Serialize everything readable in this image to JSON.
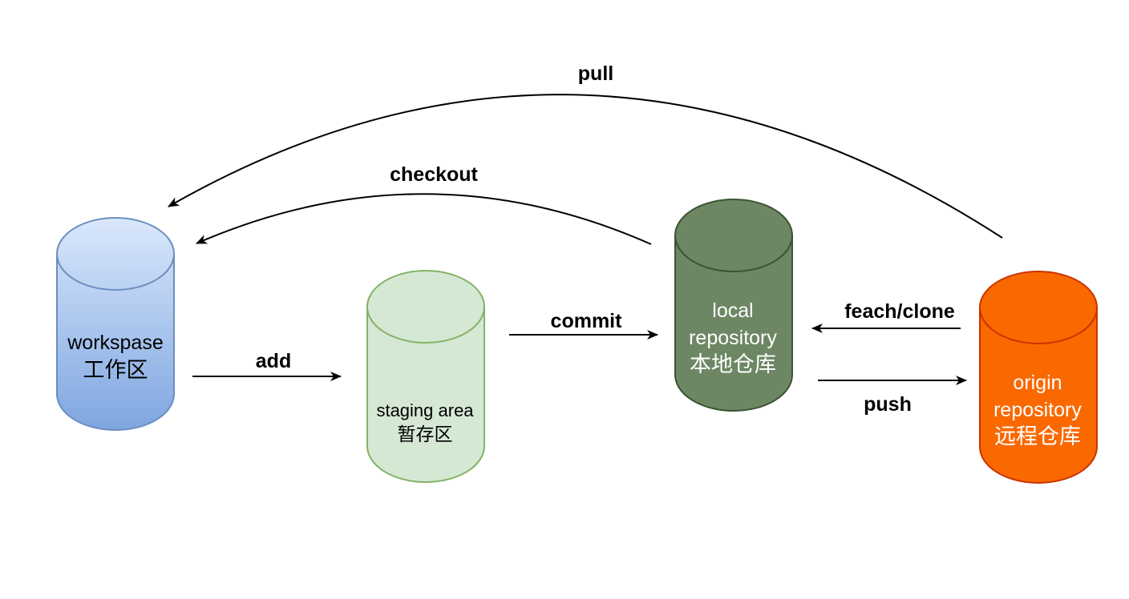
{
  "nodes": {
    "workspace": {
      "line1": "workspase",
      "line2": "工作区"
    },
    "staging": {
      "line1": "staging area",
      "line2": "暂存区"
    },
    "local": {
      "line1": "local",
      "line2": "repository",
      "line3": "本地仓库"
    },
    "origin": {
      "line1": "origin",
      "line2": "repository",
      "line3": "远程仓库"
    }
  },
  "edges": {
    "pull": "pull",
    "checkout": "checkout",
    "add": "add",
    "commit": "commit",
    "fetch_clone": "feach/clone",
    "push": "push"
  },
  "colors": {
    "workspace_top": "#dae8fc",
    "workspace_bottom": "#7ea6e0",
    "workspace_stroke": "#6c8ebf",
    "staging_fill": "#d5e8d4",
    "staging_stroke": "#82b366",
    "local_fill": "#6d8764",
    "local_stroke": "#3a5431",
    "origin_fill": "#fa6800",
    "origin_stroke": "#c73500",
    "arrow": "#000000"
  }
}
